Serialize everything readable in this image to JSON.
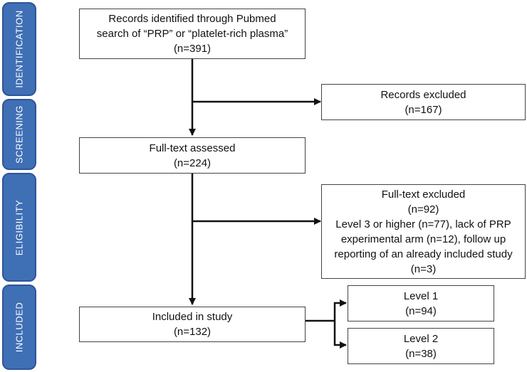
{
  "phases": [
    {
      "id": "identification",
      "label": "IDENTIFICATION"
    },
    {
      "id": "screening",
      "label": "SCREENING"
    },
    {
      "id": "eligibility",
      "label": "ELIGIBILITY"
    },
    {
      "id": "included",
      "label": "INCLUDED"
    }
  ],
  "boxes": {
    "records_identified": {
      "lines": [
        "Records identified through Pubmed",
        "search of “PRP” or “platelet-rich plasma”",
        "(n=391)"
      ]
    },
    "records_excluded": {
      "lines": [
        "Records excluded",
        "(n=167)"
      ]
    },
    "full_text_assessed": {
      "lines": [
        "Full-text assessed",
        "(n=224)"
      ]
    },
    "full_text_excluded": {
      "lines": [
        "Full-text excluded",
        "(n=92)",
        "Level 3 or higher (n=77), lack of PRP",
        "experimental arm (n=12), follow up",
        "reporting of an already included study",
        "(n=3)"
      ]
    },
    "included_in_study": {
      "lines": [
        "Included in study",
        "(n=132)"
      ]
    },
    "level_1": {
      "lines": [
        "Level 1",
        "(n=94)"
      ]
    },
    "level_2": {
      "lines": [
        "Level 2",
        "(n=38)"
      ]
    }
  }
}
